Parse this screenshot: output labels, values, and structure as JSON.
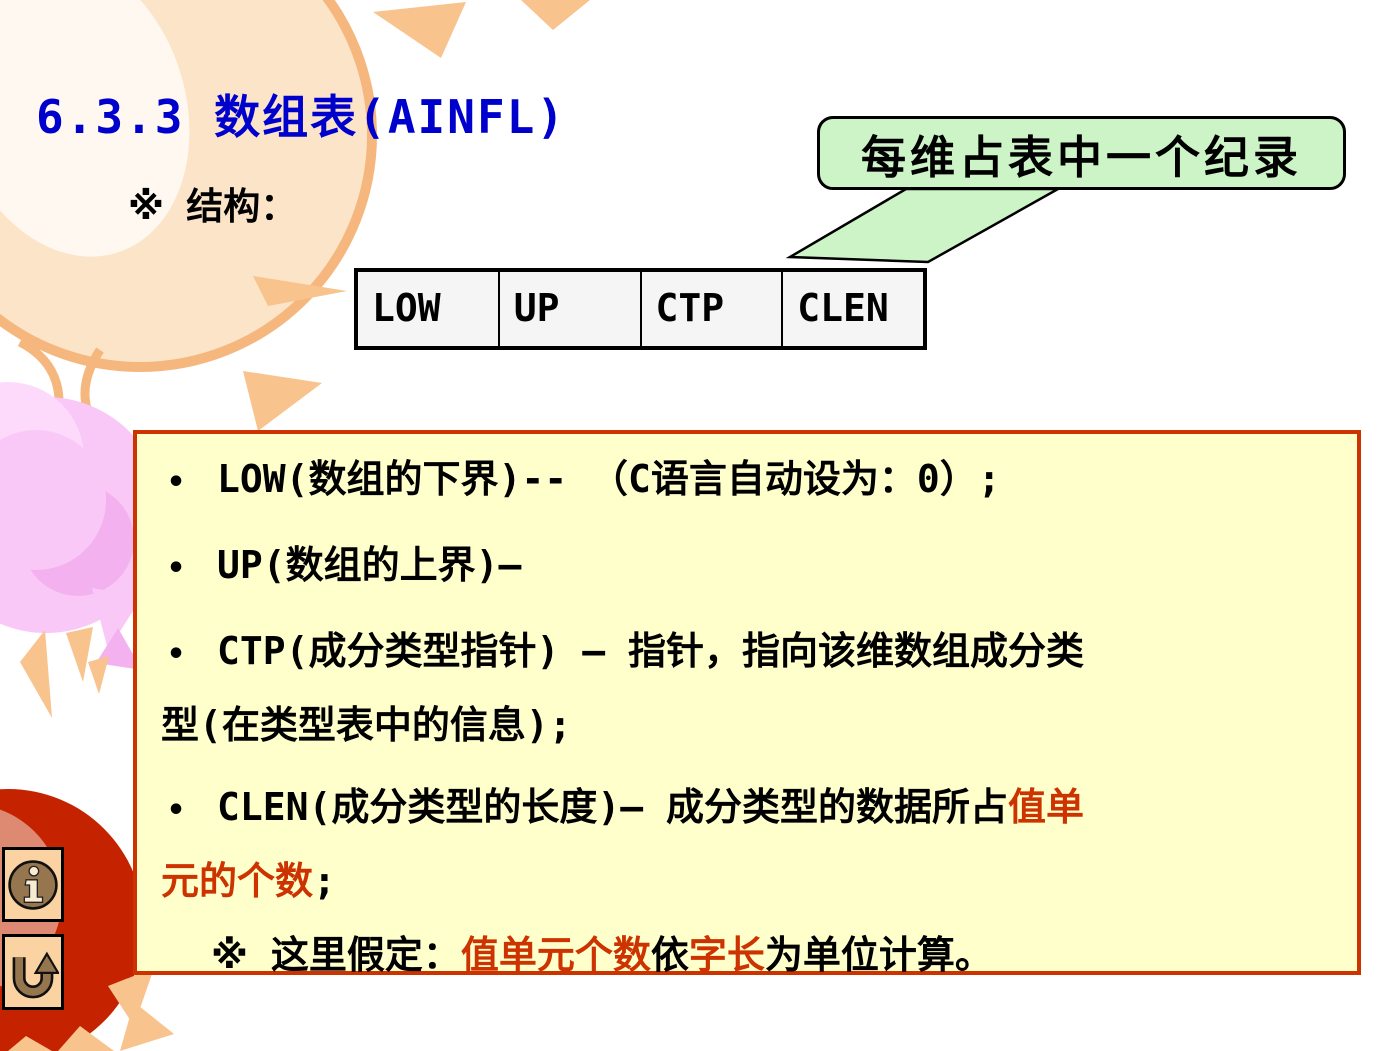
{
  "title": "6.3.3  数组表(AINFL)",
  "structure_label": "※ 结构：",
  "callout": {
    "text": "每维占表中一个纪录"
  },
  "record_table": {
    "cells": [
      "LOW",
      "UP",
      "CTP",
      "CLEN"
    ]
  },
  "notes": {
    "bullet_char": "•",
    "lines": [
      {
        "bullet": true,
        "indent": 0,
        "segments": [
          {
            "text": "LOW(数组的下界)-- （C语言自动设为：0）;",
            "color": "#000000"
          }
        ]
      },
      {
        "bullet": true,
        "indent": 0,
        "segments": [
          {
            "text": "UP(数组的上界)—",
            "color": "#000000"
          }
        ]
      },
      {
        "bullet": true,
        "indent": 0,
        "segments": [
          {
            "text": "CTP(成分类型指针) – 指针，指向该维数组成分类",
            "color": "#000000"
          }
        ]
      },
      {
        "bullet": false,
        "indent": 0,
        "segments": [
          {
            "text": "型(在类型表中的信息);",
            "color": "#000000"
          }
        ]
      },
      {
        "bullet": true,
        "indent": 0,
        "segments": [
          {
            "text": "CLEN(成分类型的长度)– 成分类型的数据所占",
            "color": "#000000"
          },
          {
            "text": "值单",
            "color": "#cc3300"
          }
        ]
      },
      {
        "bullet": false,
        "indent": 0,
        "segments": [
          {
            "text": "元的个数",
            "color": "#cc3300"
          },
          {
            "text": ";",
            "color": "#000000"
          }
        ]
      },
      {
        "bullet": false,
        "indent": 1,
        "segments": [
          {
            "text": "※ 这里假定：",
            "color": "#000000"
          },
          {
            "text": "值单元个数",
            "color": "#cc3300"
          },
          {
            "text": "依",
            "color": "#000000"
          },
          {
            "text": "字长",
            "color": "#cc3300"
          },
          {
            "text": "为单位计算。",
            "color": "#000000"
          }
        ]
      }
    ]
  },
  "icons": [
    {
      "name": "info-icon"
    },
    {
      "name": "return-up-arrow-icon"
    }
  ],
  "colors": {
    "title": "#0000cc",
    "accent": "#cc3300",
    "box_bg": "#ffffcc",
    "box_border": "#cc3300",
    "callout": "#ccf4c6",
    "table_bg": "#f5f5f5",
    "peach": "#f8c38c",
    "peach_light": "#fce4c9",
    "peach_outline": "#f5b77e",
    "pink": "#fac8f7",
    "pink_light": "#fdd9fb",
    "pink_dark": "#f3b2ef",
    "sun": "#c52300",
    "sun_inner": "#de8a72",
    "icon_bg": "#fbd2a2",
    "icon_brown": "#96764f",
    "icon_cream": "#f7ecd2"
  }
}
